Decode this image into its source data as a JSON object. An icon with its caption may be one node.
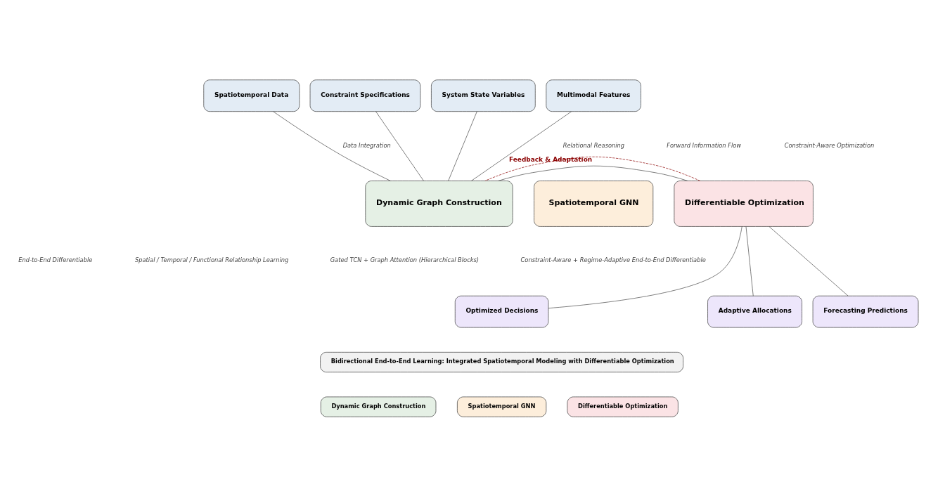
{
  "diagram": {
    "nodes": [
      {
        "text": [
          "Spatiotemporal Data"
        ]
      },
      {
        "text": [
          "Multimodal Features"
        ]
      },
      {
        "text": [
          "Constraint Specifications"
        ]
      },
      {
        "text": [
          "System State Variables"
        ]
      },
      {
        "text": [
          "Dynamic Graph Construction"
        ]
      },
      {
        "text": [
          "Spatiotemporal GNN"
        ]
      },
      {
        "text": [
          "Differentiable Optimization"
        ]
      },
      {
        "text": [
          "Forecasting Predictions"
        ]
      },
      {
        "text": [
          "Optimized Decisions"
        ]
      },
      {
        "text": [
          "Adaptive Allocations"
        ]
      },
      {
        "text": [
          "Bidirectional End-to-End Learning: Integrated Spatiotemporal Modeling with Differentiable Optimization"
        ]
      },
      {
        "text": [
          "Dynamic Graph Construction"
        ]
      },
      {
        "text": [
          "Spatiotemporal GNN"
        ]
      },
      {
        "text": [
          "Differentiable Optimization"
        ]
      }
    ],
    "edges": [
      {
        "from": 0,
        "to": 4,
        "arrow": "none",
        "label": "Data Integration"
      },
      {
        "from": 1,
        "to": 4,
        "arrow": "none"
      },
      {
        "from": 2,
        "to": 4,
        "arrow": "none"
      },
      {
        "from": 3,
        "to": 4,
        "arrow": "none"
      },
      {
        "from": 4,
        "to": 6,
        "arrow": "none"
      },
      {
        "from": 6,
        "to": 4,
        "arrow": "none",
        "style": "dashed",
        "color": "#8b0000",
        "label": "Feedback & Adaptation"
      },
      {
        "from": 6,
        "to": 7,
        "arrow": "none"
      },
      {
        "from": 6,
        "to": 8,
        "arrow": "none"
      },
      {
        "from": 6,
        "to": 9,
        "arrow": "none"
      }
    ],
    "labels": [
      "Relational Reasoning",
      "Forward Information Flow",
      "Constraint-Aware Optimization",
      "End-to-End Differentiable",
      "Spatial / Temporal / Functional Relationship Learning",
      "Gated TCN + Graph Attention (Hierarchical Blocks)",
      "Constraint-Aware + Regime-Adaptive End-to-End Differentiable"
    ]
  }
}
